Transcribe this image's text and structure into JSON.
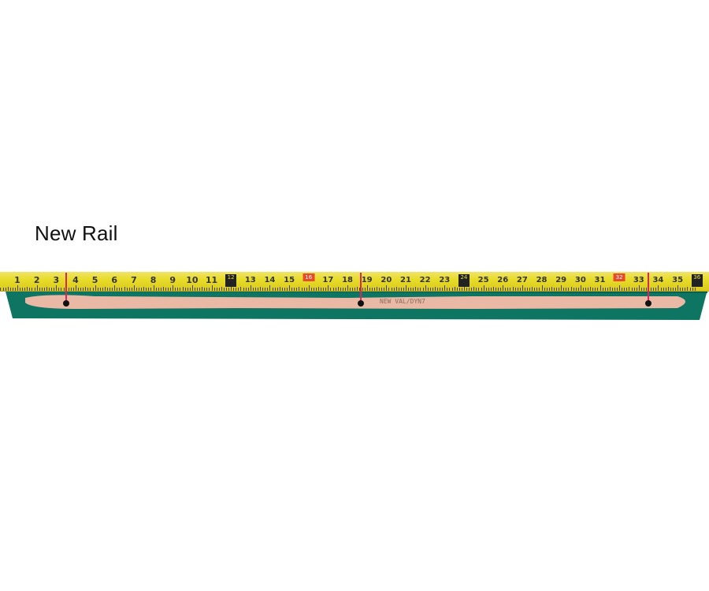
{
  "title": "New Rail",
  "rail_stamp": "NEW VAL/DYN7",
  "tape": {
    "numbers": [
      1,
      2,
      3,
      4,
      5,
      6,
      7,
      8,
      9,
      10,
      11,
      12,
      13,
      14,
      15,
      16,
      17,
      18,
      19,
      20,
      21,
      22,
      23,
      24,
      25,
      26,
      27,
      28,
      29,
      30,
      31,
      32,
      33,
      34,
      35,
      36
    ],
    "boxed": [
      12,
      24,
      36
    ],
    "highlighted": [
      16,
      32
    ],
    "color": "#e8dc2a"
  },
  "marks_inches": [
    3.5,
    18.7,
    33.5
  ],
  "colors": {
    "rail": "#0f7a66",
    "core": "#eab8a4",
    "mark": "#d6275a"
  }
}
